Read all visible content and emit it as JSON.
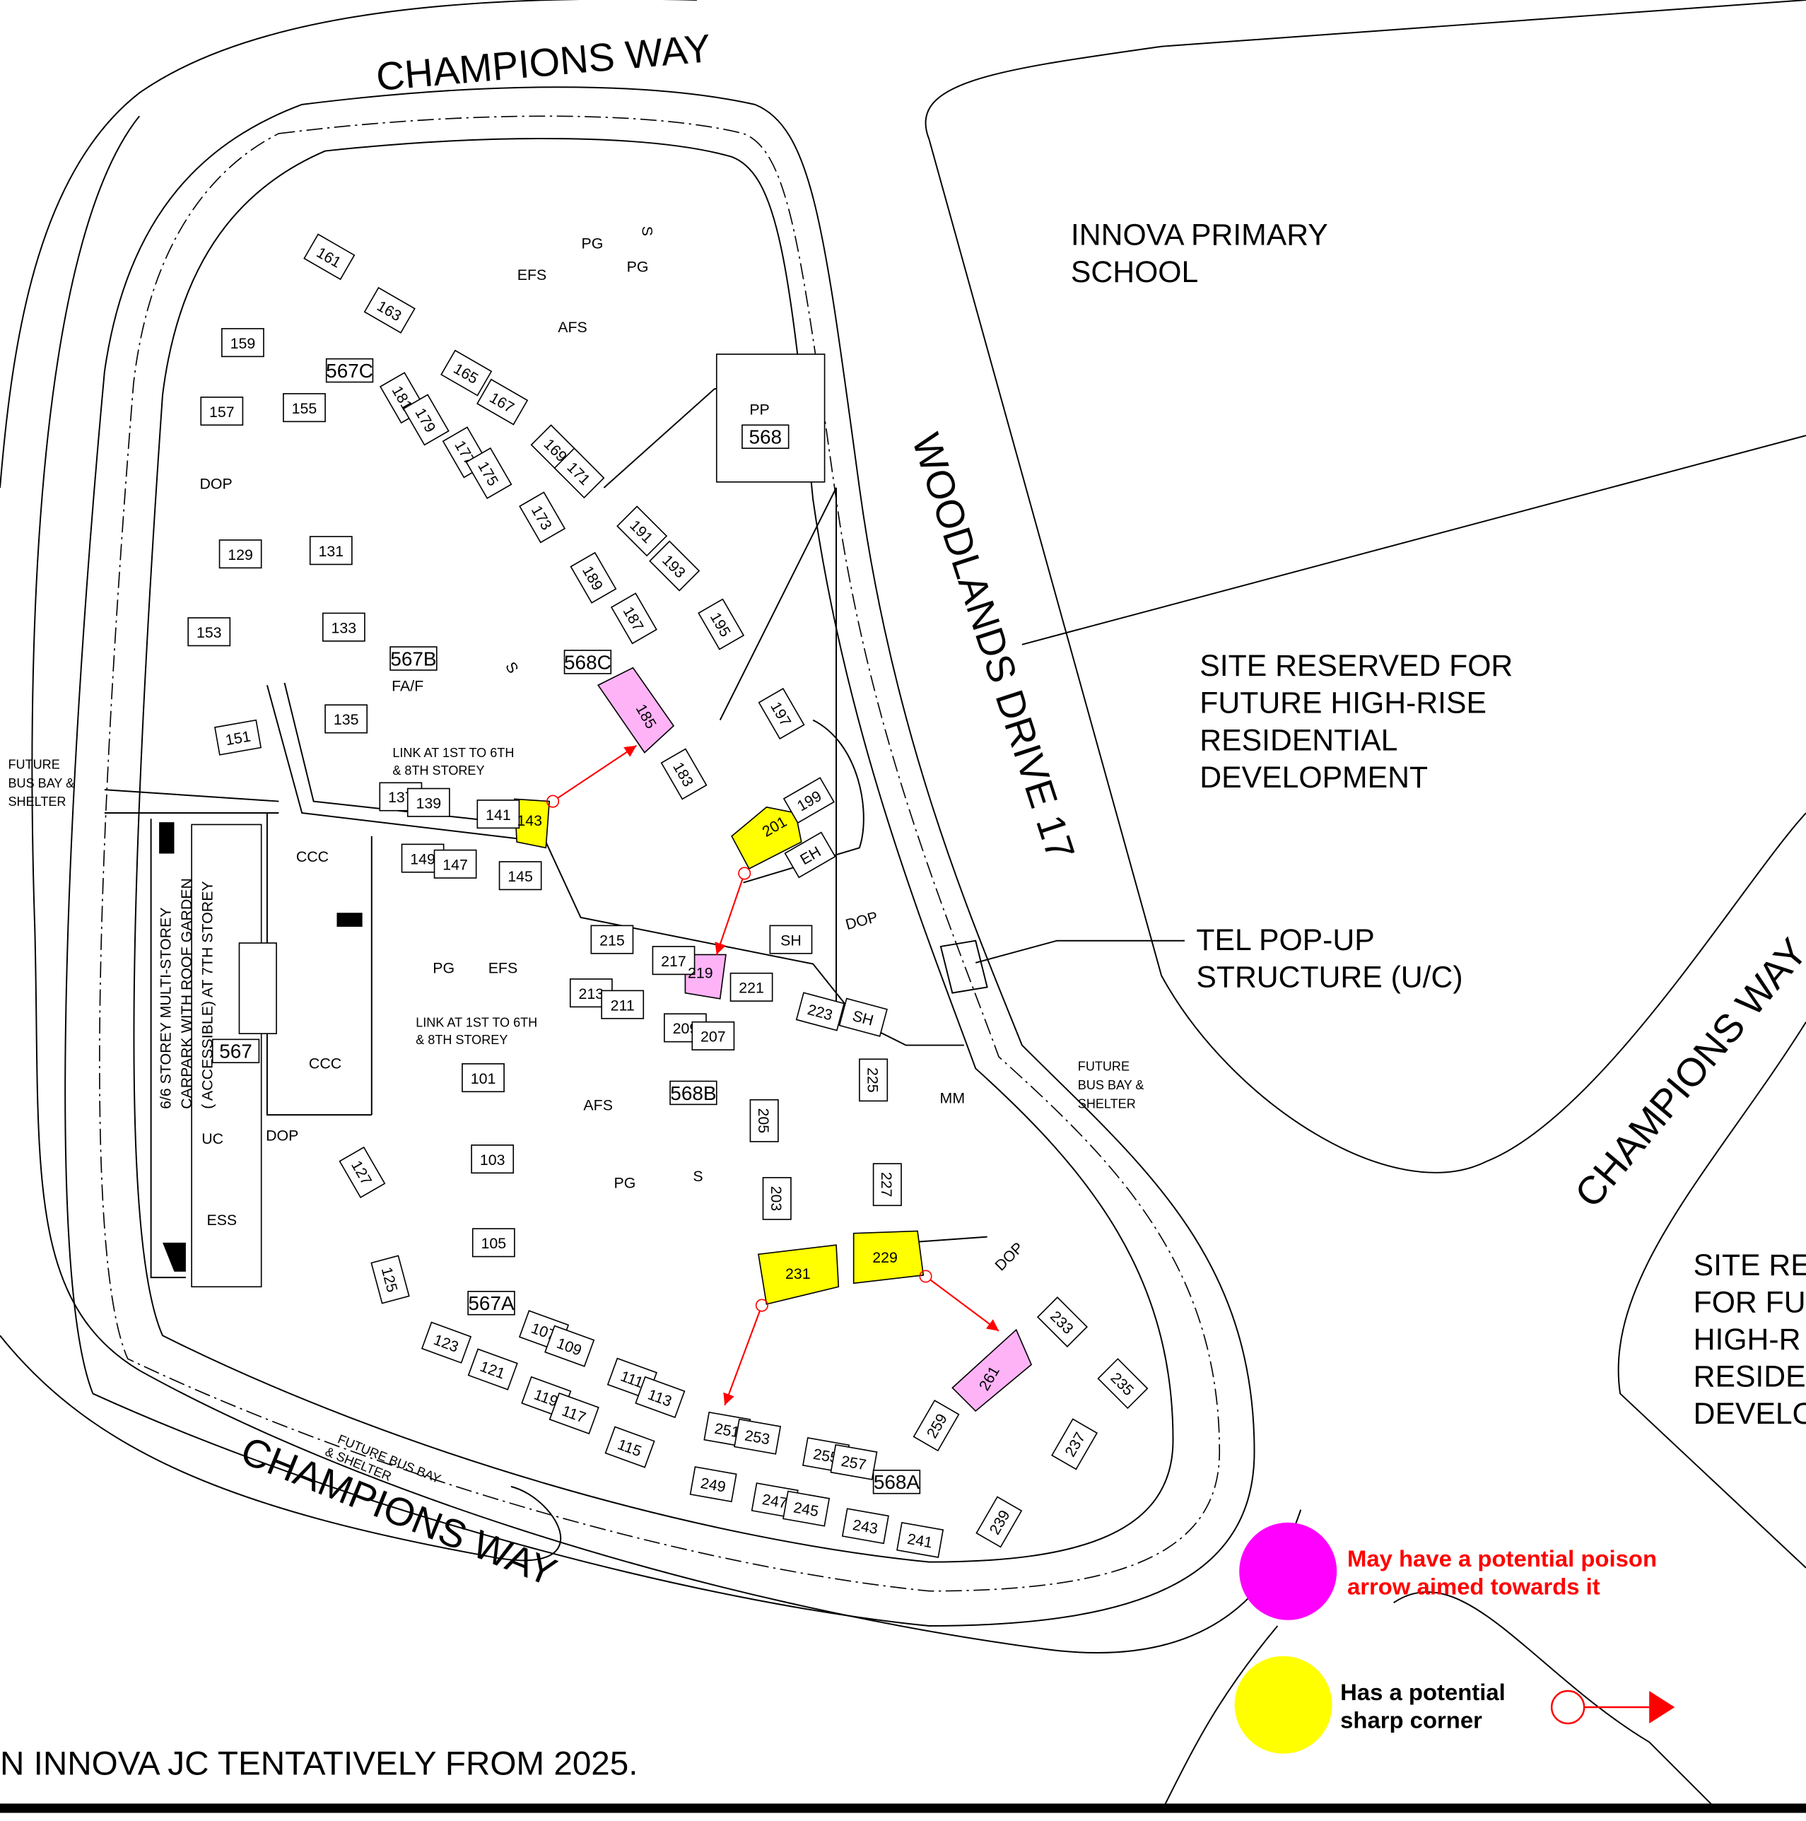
{
  "roads": {
    "champions_way_top": "CHAMPIONS WAY",
    "champions_way_bottom": "CHAMPIONS WAY",
    "champions_way_right": "CHAMPIONS WAY",
    "woodlands_drive": "WOODLANDS DRIVE 17"
  },
  "areas": {
    "school_line1": "INNOVA PRIMARY",
    "school_line2": "SCHOOL",
    "reserved_lines": [
      "SITE RESERVED FOR",
      "FUTURE HIGH-RISE",
      "RESIDENTIAL",
      "DEVELOPMENT"
    ],
    "reserved_right_lines": [
      "SITE RE",
      "FOR FU",
      "HIGH-R",
      "RESIDE",
      "DEVELO"
    ],
    "tel_lines": [
      "TEL POP-UP",
      "STRUCTURE (U/C)"
    ],
    "bus_bay_left": [
      "FUTURE",
      "BUS BAY &",
      "SHELTER"
    ],
    "bus_bay_right": [
      "FUTURE",
      "BUS BAY &",
      "SHELTER"
    ],
    "bus_bay_bottom": [
      "FUTURE BUS BAY",
      "& SHELTER"
    ],
    "link1": [
      "LINK AT 1ST TO 6TH",
      "& 8TH STOREY"
    ],
    "link2": [
      "LINK AT 1ST TO 6TH",
      "& 8TH STOREY"
    ],
    "carpark": [
      "6/6 STOREY MULTI-STOREY",
      "CARPARK WITH ROOF GARDEN",
      "( ACCESSIBLE)  AT 7TH STOREY"
    ],
    "footer": "N INNOVA JC TENTATIVELY FROM 2025."
  },
  "blocks": [
    {
      "label": "161",
      "hl": ""
    },
    {
      "label": "163",
      "hl": ""
    },
    {
      "label": "159",
      "hl": ""
    },
    {
      "label": "157",
      "hl": ""
    },
    {
      "label": "155",
      "hl": ""
    },
    {
      "label": "165",
      "hl": ""
    },
    {
      "label": "167",
      "hl": ""
    },
    {
      "label": "181",
      "hl": ""
    },
    {
      "label": "179",
      "hl": ""
    },
    {
      "label": "177",
      "hl": ""
    },
    {
      "label": "175",
      "hl": ""
    },
    {
      "label": "169",
      "hl": ""
    },
    {
      "label": "171",
      "hl": ""
    },
    {
      "label": "173",
      "hl": ""
    },
    {
      "label": "191",
      "hl": ""
    },
    {
      "label": "193",
      "hl": ""
    },
    {
      "label": "189",
      "hl": ""
    },
    {
      "label": "187",
      "hl": ""
    },
    {
      "label": "195",
      "hl": ""
    },
    {
      "label": "197",
      "hl": ""
    },
    {
      "label": "185",
      "hl": "poison"
    },
    {
      "label": "183",
      "hl": ""
    },
    {
      "label": "199",
      "hl": ""
    },
    {
      "label": "201",
      "hl": "sharp"
    },
    {
      "label": "EH",
      "hl": ""
    },
    {
      "label": "129",
      "hl": ""
    },
    {
      "label": "131",
      "hl": ""
    },
    {
      "label": "133",
      "hl": ""
    },
    {
      "label": "153",
      "hl": ""
    },
    {
      "label": "135",
      "hl": ""
    },
    {
      "label": "151",
      "hl": ""
    },
    {
      "label": "137",
      "hl": ""
    },
    {
      "label": "139",
      "hl": ""
    },
    {
      "label": "141",
      "hl": ""
    },
    {
      "label": "143",
      "hl": "sharp"
    },
    {
      "label": "149",
      "hl": ""
    },
    {
      "label": "147",
      "hl": ""
    },
    {
      "label": "145",
      "hl": ""
    },
    {
      "label": "215",
      "hl": ""
    },
    {
      "label": "217",
      "hl": ""
    },
    {
      "label": "219",
      "hl": "poison"
    },
    {
      "label": "213",
      "hl": ""
    },
    {
      "label": "211",
      "hl": ""
    },
    {
      "label": "209",
      "hl": ""
    },
    {
      "label": "207",
      "hl": ""
    },
    {
      "label": "221",
      "hl": ""
    },
    {
      "label": "223",
      "hl": ""
    },
    {
      "label": "SH",
      "hl": ""
    },
    {
      "label": "SH",
      "hl": ""
    },
    {
      "label": "225",
      "hl": ""
    },
    {
      "label": "101",
      "hl": ""
    },
    {
      "label": "103",
      "hl": ""
    },
    {
      "label": "105",
      "hl": ""
    },
    {
      "label": "127",
      "hl": ""
    },
    {
      "label": "125",
      "hl": ""
    },
    {
      "label": "205",
      "hl": ""
    },
    {
      "label": "203",
      "hl": ""
    },
    {
      "label": "227",
      "hl": ""
    },
    {
      "label": "229",
      "hl": "sharp"
    },
    {
      "label": "231",
      "hl": "sharp"
    },
    {
      "label": "233",
      "hl": ""
    },
    {
      "label": "235",
      "hl": ""
    },
    {
      "label": "261",
      "hl": "poison"
    },
    {
      "label": "259",
      "hl": ""
    },
    {
      "label": "237",
      "hl": ""
    },
    {
      "label": "239",
      "hl": ""
    },
    {
      "label": "123",
      "hl": ""
    },
    {
      "label": "121",
      "hl": ""
    },
    {
      "label": "107",
      "hl": ""
    },
    {
      "label": "109",
      "hl": ""
    },
    {
      "label": "119",
      "hl": ""
    },
    {
      "label": "117",
      "hl": ""
    },
    {
      "label": "111",
      "hl": ""
    },
    {
      "label": "113",
      "hl": ""
    },
    {
      "label": "115",
      "hl": ""
    },
    {
      "label": "251",
      "hl": ""
    },
    {
      "label": "253",
      "hl": ""
    },
    {
      "label": "249",
      "hl": ""
    },
    {
      "label": "247",
      "hl": ""
    },
    {
      "label": "245",
      "hl": ""
    },
    {
      "label": "255",
      "hl": ""
    },
    {
      "label": "257",
      "hl": ""
    },
    {
      "label": "243",
      "hl": ""
    },
    {
      "label": "241",
      "hl": ""
    }
  ],
  "precincts": [
    "567C",
    "568",
    "567B",
    "568C",
    "568B",
    "567",
    "567A",
    "568A"
  ],
  "facilities": [
    "PP",
    "CCC",
    "CCC",
    "UC",
    "DOP",
    "ESS",
    "DOP",
    "DOP",
    "DOP",
    "PG",
    "PG",
    "EFS",
    "AFS",
    "S",
    "S",
    "S",
    "PG",
    "EFS",
    "AFS",
    "PG",
    "FA/F",
    "MM"
  ],
  "legend": {
    "poison_label_line1": "May have a potential poison",
    "poison_label_line2": "arrow aimed towards it",
    "sharp_label_line1": "Has a potential",
    "sharp_label_line2": "sharp corner",
    "poison_color": "#ff00ff",
    "sharp_color": "#ffff00",
    "arrow_color": "#ff0000"
  }
}
